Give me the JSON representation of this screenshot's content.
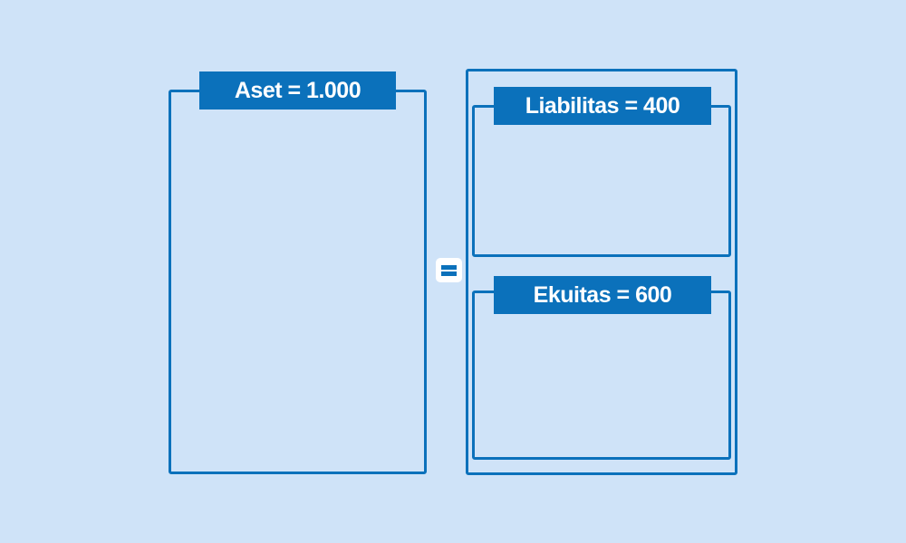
{
  "diagram": {
    "assets_label": "Aset = 1.000",
    "liabilities_label": "Liabilitas = 400",
    "equity_label": "Ekuitas = 600",
    "equals_symbol": "equals-icon",
    "colors": {
      "background": "#cfe3f8",
      "primary": "#0b71bb",
      "label_text": "#ffffff"
    }
  }
}
